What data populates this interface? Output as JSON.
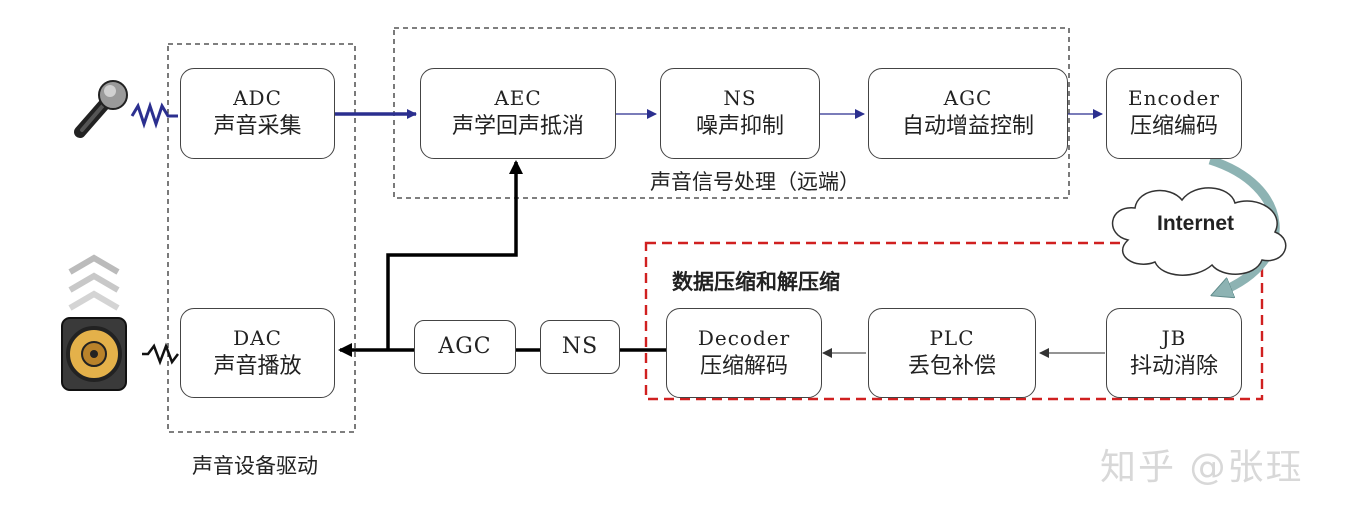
{
  "colors": {
    "forward_arrow": "#2b2f8f",
    "return_path": "#000000",
    "red_group_border": "#d02020",
    "internet_arrow": "#7fa6a6"
  },
  "groups": {
    "driver_label": "声音设备驱动",
    "far_end_label": "声音信号处理（远端）",
    "codec_label": "数据压缩和解压缩"
  },
  "blocks": {
    "adc": {
      "en": "ADC",
      "cn": "声音采集"
    },
    "aec": {
      "en": "AEC",
      "cn": "声学回声抵消"
    },
    "ns_top": {
      "en": "NS",
      "cn": "噪声抑制"
    },
    "agc_top": {
      "en": "AGC",
      "cn": "自动增益控制"
    },
    "encoder": {
      "en": "Encoder",
      "cn": "压缩编码"
    },
    "jb": {
      "en": "JB",
      "cn": "抖动消除"
    },
    "plc": {
      "en": "PLC",
      "cn": "丢包补偿"
    },
    "decoder": {
      "en": "Decoder",
      "cn": "压缩解码"
    },
    "ns_bottom": {
      "en": "NS"
    },
    "agc_bottom": {
      "en": "AGC"
    },
    "dac": {
      "en": "DAC",
      "cn": "声音播放"
    }
  },
  "internet_label": "Internet",
  "icons": [
    "microphone-icon",
    "speaker-icon",
    "sound-wave-icon",
    "cloud-icon"
  ],
  "watermark": "知乎 @张珏"
}
